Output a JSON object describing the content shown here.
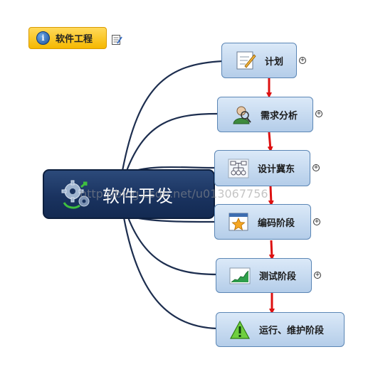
{
  "tag": {
    "icon": "info-icon",
    "label": "软件工程"
  },
  "note_icon": "note-icon",
  "central": {
    "icon": "gears-icon",
    "label": "软件开发"
  },
  "nodes": [
    {
      "label": "计划",
      "icon": "plan-icon",
      "expand": "+"
    },
    {
      "label": "需求分析",
      "icon": "analyst-icon",
      "expand": "+"
    },
    {
      "label": "设计冀东",
      "icon": "flowchart-icon",
      "expand": "+"
    },
    {
      "label": "编码阶段",
      "icon": "star-icon",
      "expand": "+"
    },
    {
      "label": "测试阶段",
      "icon": "chart-icon",
      "expand": "+"
    },
    {
      "label": "运行、维护阶段",
      "icon": "warning-icon",
      "expand": ""
    }
  ],
  "watermark": "http://blog.csdn.net/u013067756",
  "colors": {
    "link": "#1d2e4f",
    "arrow": "#dd1111",
    "central": "#1a3360",
    "node": "#c9dcf0",
    "tag": "#f5b800"
  }
}
